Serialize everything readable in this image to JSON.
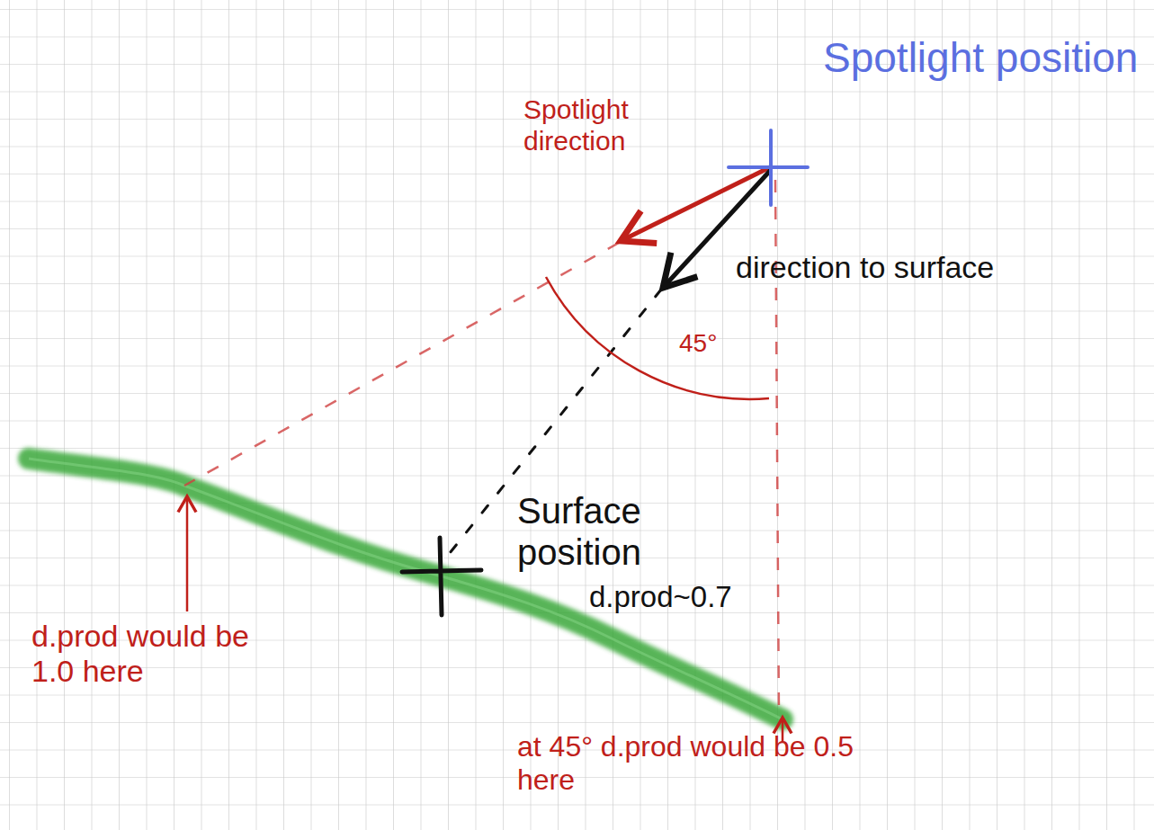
{
  "diagram": {
    "labels": [
      "Spotlight position",
      "Spotlight direction",
      "direction to surface",
      "45°",
      "Surface position",
      "d.prod~0.7",
      "d.prod would be 1.0 here",
      "at 45° d.prod would be 0.5 here"
    ]
  }
}
